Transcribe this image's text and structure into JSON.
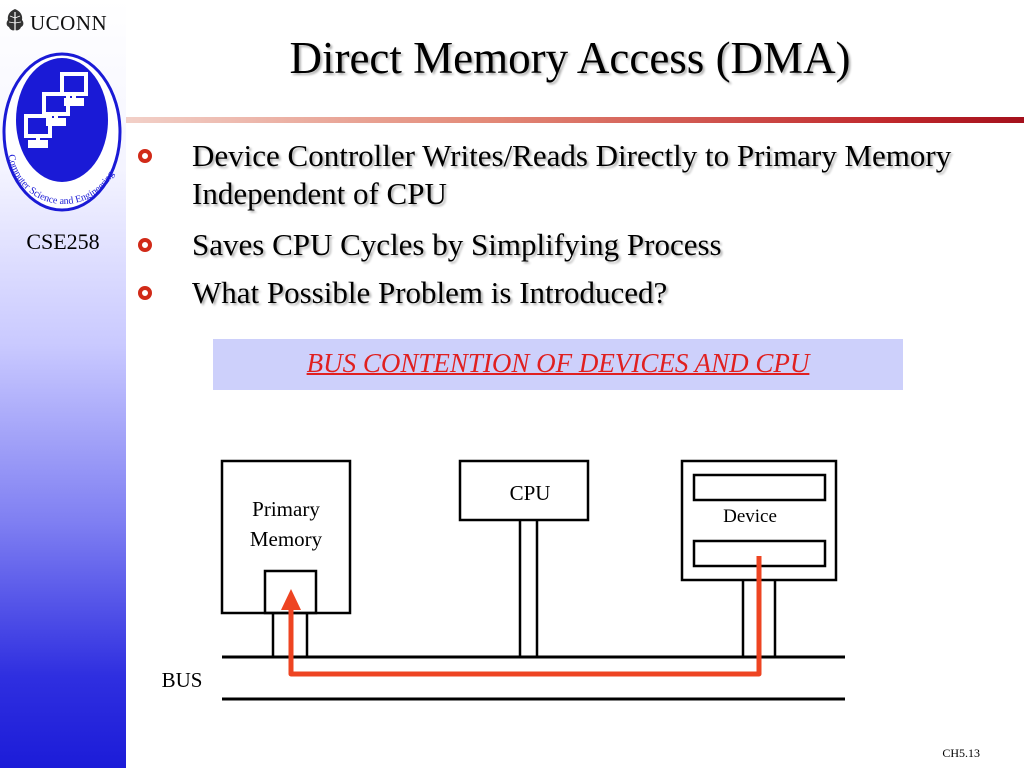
{
  "branding": {
    "university": "UCONN",
    "logo_ring_text": "Computer Science and Engineering",
    "course": "CSE258",
    "colors": {
      "sidebar_top": "#ffffff",
      "sidebar_bottom": "#1c1cd8",
      "logo_blue": "#1a1ad6",
      "accent_red": "#c0282c"
    }
  },
  "slide": {
    "title": "Direct Memory Access (DMA)",
    "bullets": [
      {
        "text": "Device Controller Writes/Reads Directly to Primary Memory Independent of CPU"
      },
      {
        "text": "Saves CPU Cycles by Simplifying Process"
      },
      {
        "text": "What Possible Problem is Introduced?"
      }
    ],
    "answer": "BUS CONTENTION OF DEVICES AND CPU",
    "slide_number": "CH5.13"
  },
  "diagram": {
    "components": {
      "memory": "Primary Memory",
      "cpu": "CPU",
      "device": "Device",
      "bus": "BUS"
    },
    "arrow_color": "#ee4422",
    "arrow_meaning": "Device to Primary Memory transfer over BUS"
  }
}
